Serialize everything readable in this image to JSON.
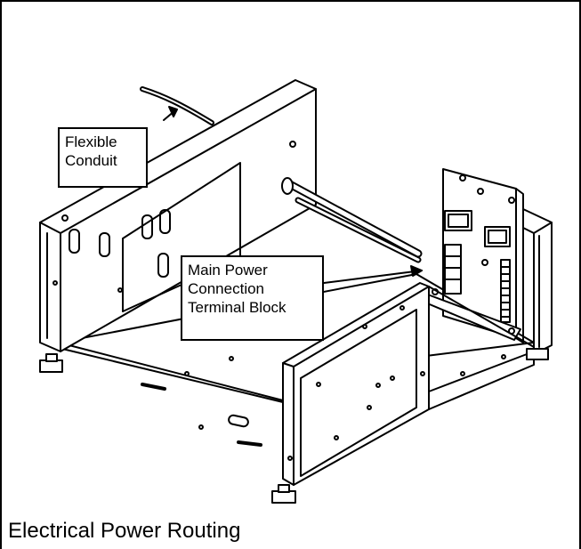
{
  "callouts": {
    "flexible_conduit": "Flexible\nConduit",
    "terminal_block": "Main Power\nConnection\nTerminal Block"
  },
  "caption": "Electrical Power Routing",
  "colors": {
    "line": "#000000",
    "background": "#ffffff"
  }
}
